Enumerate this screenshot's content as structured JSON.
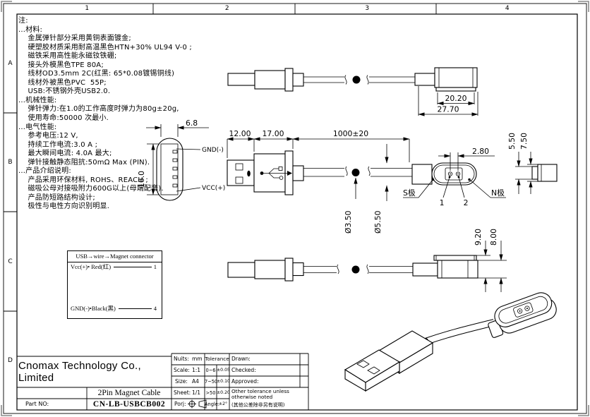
{
  "sheet": {
    "zones": {
      "cols": [
        "1",
        "2",
        "3",
        "4"
      ],
      "rows": [
        "A",
        "B",
        "C",
        "D"
      ]
    }
  },
  "notes": {
    "lines": [
      "注:",
      "...材料:",
      "    金属弹针部分采用黄铜表面镀金;",
      "    硬塑胶材质采用耐高温黑色HTN+30% UL94 V-0 ;",
      "    磁铁采用高性能永磁钕铁硼;",
      "    接头外模黑色TPE 80A;",
      "    线材OD3.5mm 2C(红黑: 65*0.08镀锡铜线)",
      "    线材外被黑色PVC  55P;",
      "    USB:不锈钢外壳USB2.0.",
      "...机械性能:",
      "    弹针弹力:在1.0的工作高度时弹力为80g±20g,",
      "    使用寿命:50000 次最小.",
      "...电气性能:",
      "    参考电压:12 V,",
      "    持续工作电流:3.0 A ;",
      "    最大瞬间电流: 4.0A 最大;",
      "    弹针接触静态阻抗:50mΩ Max (PIN).",
      "...产品介绍说明:",
      "    产品采用环保材料, ROHS、REACH ;",
      "    磁吸公母对接吸附力600G以上(母端配套).",
      "    产品防短路结构设计;",
      "    极性与电性方向识别明显."
    ]
  },
  "dims": {
    "top_inner": "20.20",
    "top_outer": "27.70",
    "plug_width": "6.8",
    "plug_height": "16.0",
    "gnd": "GND(-)",
    "vcc": "VCC(+)",
    "usb_shell_len": "12.00",
    "usb_body_len": "17.00",
    "cable_length": "1000±20",
    "pin_pitch": "2.80",
    "pin1": "1",
    "pin2": "2",
    "s_pole": "S极",
    "n_pole": "N极",
    "lip_height": "5.50",
    "head_height": "7.50",
    "cable_od": "Ø3.50",
    "boot_od": "Ø5.50",
    "head_total_height": "9.20",
    "head_body_height": "8.00"
  },
  "wiring": {
    "header": "USB→wire→Magnet connector",
    "rows": [
      {
        "label": "Vcc(+)• Red(红)",
        "pin": "1"
      },
      {
        "label": "GND(-)•Black(黑)",
        "pin": "4"
      }
    ]
  },
  "title_block": {
    "company": "Cnomax Technology Co., Limited",
    "product": "2Pin Magnet Cable",
    "part_no_label": "Part NO:",
    "part_no": "CN-LB-USBCB002",
    "units_label": "Nuits:",
    "units": "mm",
    "scale_label": "Scale:",
    "scale": "1:1",
    "size_label": "Size:",
    "size": "A4",
    "sheet_label": "Sheet:",
    "sheet": "1/1",
    "projection_label": "Porj:",
    "tolerance_header": "Tolerance",
    "tolerances": [
      {
        "range": "0~6",
        "value": "±0.05"
      },
      {
        "range": "7~50",
        "value": "±0.10"
      },
      {
        "range": ">50",
        "value": "±0.20"
      },
      {
        "range": "Angle:",
        "value": "±2°"
      }
    ],
    "drawn_label": "Drawn:",
    "checked_label": "Checked:",
    "approved_label": "Approved:",
    "other_tolerance": "Other tolerance unless otherwise noted",
    "other_tolerance_cn": "(其他公差除非另有说明)"
  }
}
